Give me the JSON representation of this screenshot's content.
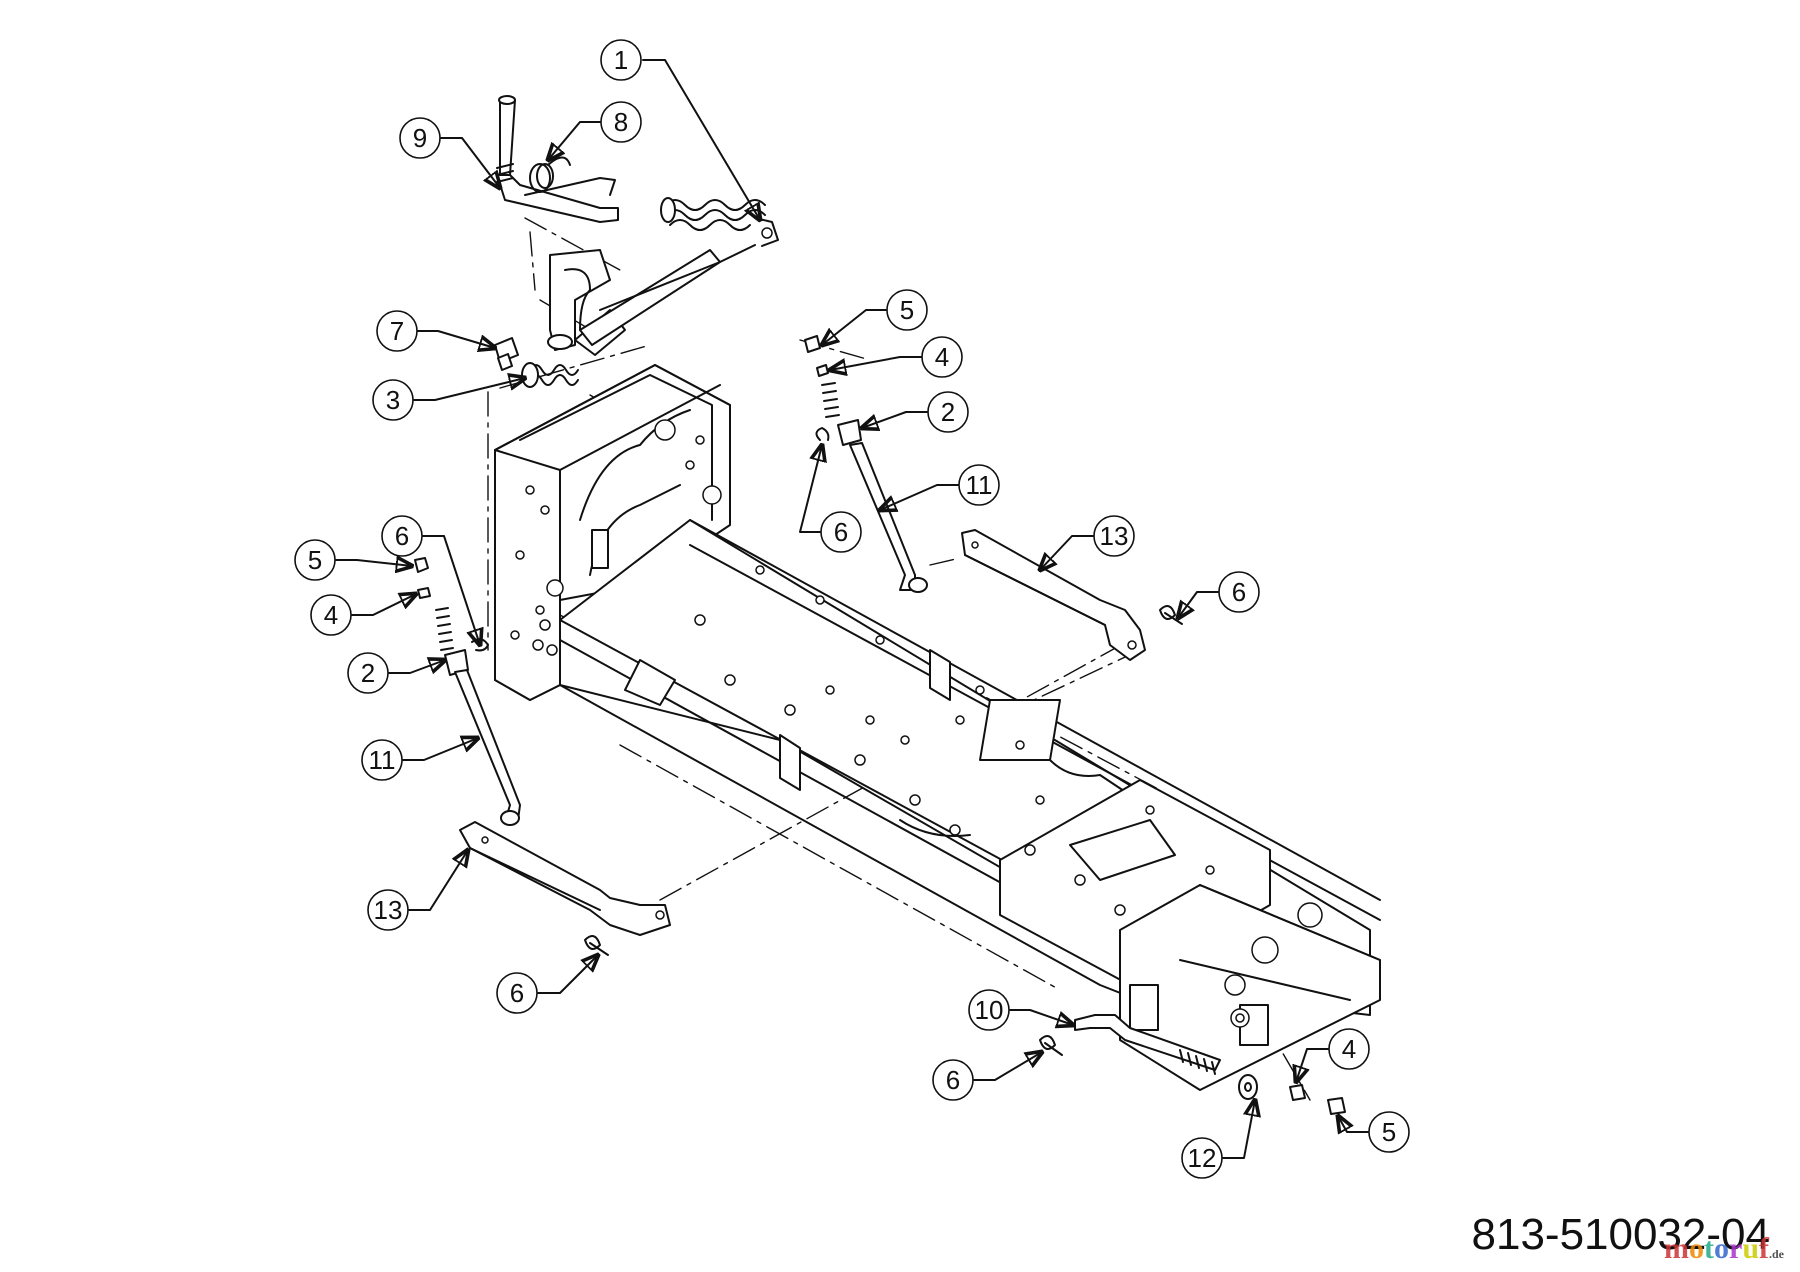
{
  "drawing_number": "813-510032-04",
  "watermark": {
    "brand": "motoruf",
    "tld": ".de"
  },
  "callouts": [
    {
      "label": "1"
    },
    {
      "label": "9"
    },
    {
      "label": "8"
    },
    {
      "label": "7"
    },
    {
      "label": "3"
    },
    {
      "label": "5"
    },
    {
      "label": "4"
    },
    {
      "label": "2"
    },
    {
      "label": "11"
    },
    {
      "label": "6"
    },
    {
      "label": "13"
    },
    {
      "label": "6"
    },
    {
      "label": "6"
    },
    {
      "label": "5"
    },
    {
      "label": "4"
    },
    {
      "label": "2"
    },
    {
      "label": "11"
    },
    {
      "label": "13"
    },
    {
      "label": "6"
    },
    {
      "label": "10"
    },
    {
      "label": "6"
    },
    {
      "label": "4"
    },
    {
      "label": "5"
    },
    {
      "label": "12"
    }
  ]
}
